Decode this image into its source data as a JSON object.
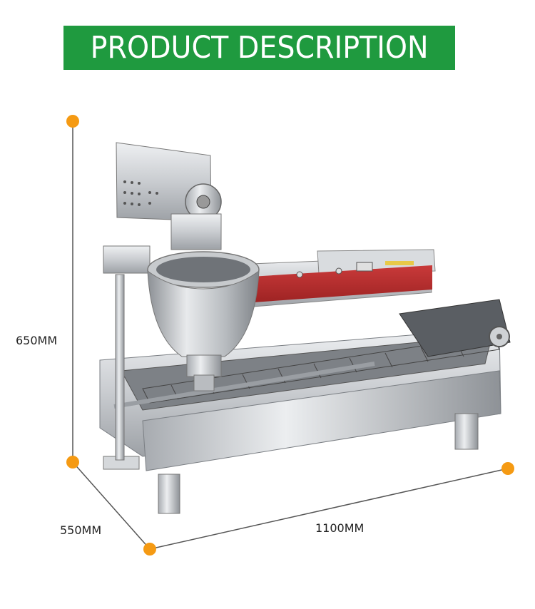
{
  "banner": {
    "title": "PRODUCT DESCRIPTION",
    "color": "#1f9a3f",
    "text_color": "#ffffff"
  },
  "dimensions": {
    "height_label": "650MM",
    "depth_label": "550MM",
    "width_label": "1100MM",
    "marker_color": "#f59a13",
    "line_color": "#555555"
  },
  "product": {
    "name": "donut-fryer-machine",
    "material": "stainless steel"
  }
}
